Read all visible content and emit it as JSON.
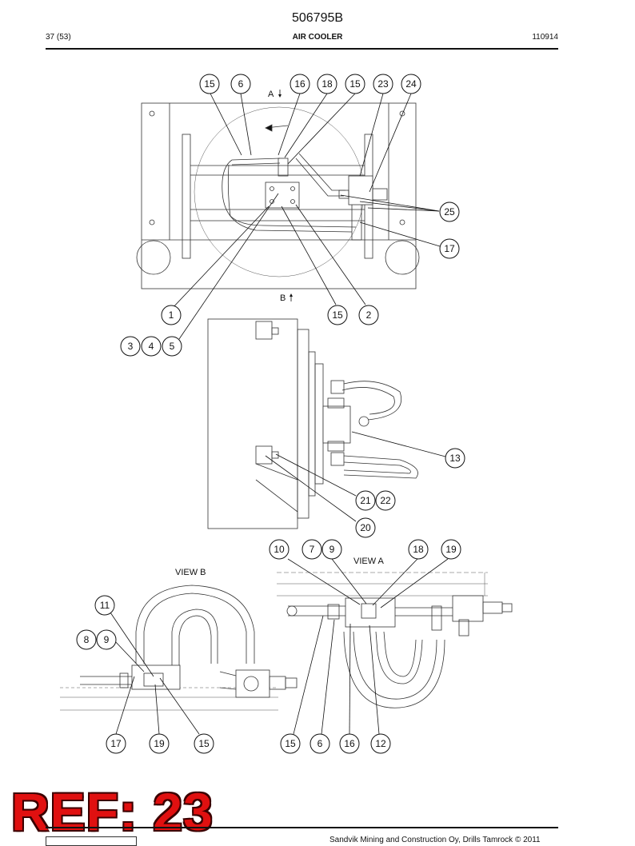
{
  "header": {
    "doc_number": "506795B",
    "page_count": "37 (53)",
    "title": "AIR COOLER",
    "date": "110914"
  },
  "drawing": {
    "view_a_label": "VIEW A",
    "view_b_label": "VIEW B",
    "arrow_a": "A",
    "arrow_b": "B",
    "callouts": [
      "15",
      "6",
      "16",
      "18",
      "15",
      "23",
      "24",
      "25",
      "17",
      "1",
      "15",
      "2",
      "3",
      "4",
      "5",
      "13",
      "21",
      "22",
      "20",
      "10",
      "7",
      "9",
      "18",
      "19",
      "11",
      "8",
      "9",
      "17",
      "19",
      "15",
      "15",
      "6",
      "16",
      "12"
    ]
  },
  "stamp": {
    "ref_text": "REF: 23"
  },
  "footer": {
    "copyright": "Sandvik Mining and Construction Oy, Drills Tamrock © 2011"
  }
}
